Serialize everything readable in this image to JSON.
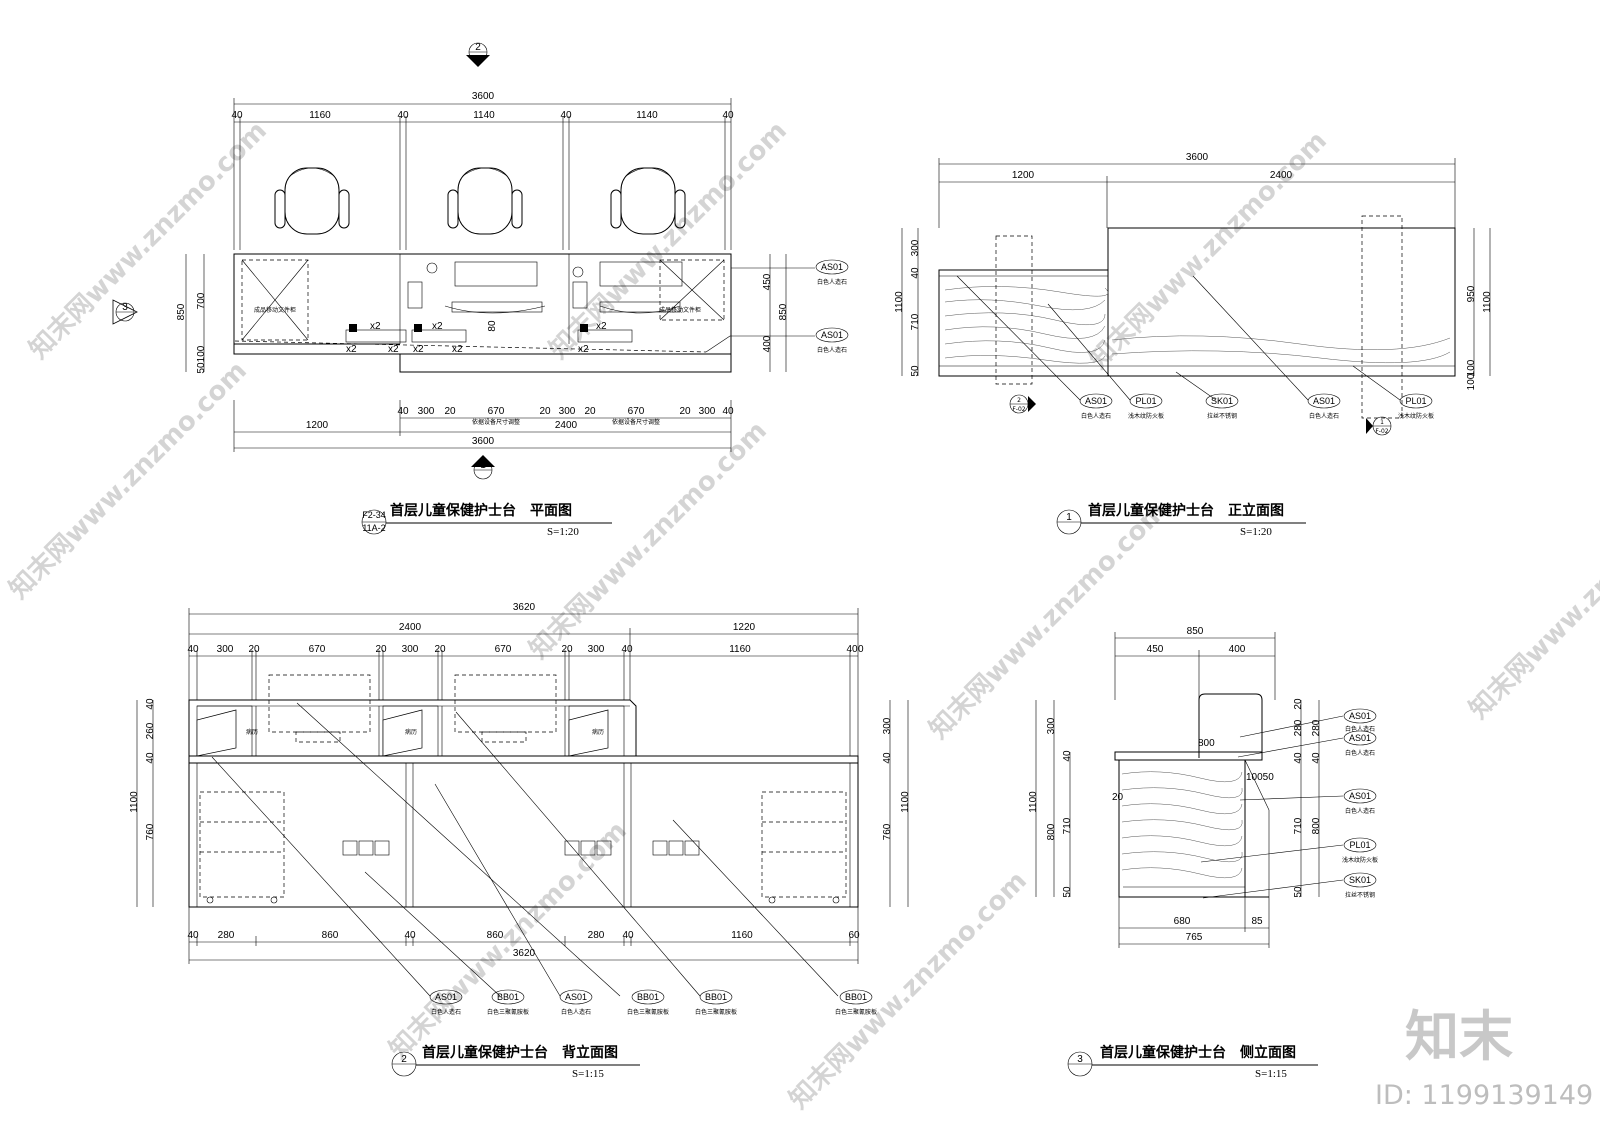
{
  "views": {
    "plan": {
      "title": "首层儿童保健护士台　平面图",
      "scale": "S=1:20",
      "code_top": "F2-34",
      "code_bottom": "11A-2",
      "section_mark_top": "2",
      "section_mark_bottom": "1",
      "side_mark": "3",
      "top_total": "3600",
      "top_dims": [
        "40",
        "1160",
        "40",
        "1140",
        "40",
        "1140",
        "40"
      ],
      "bottom_dims": [
        "40",
        "300",
        "20",
        "670",
        "20",
        "300",
        "20",
        "670",
        "20",
        "300",
        "40"
      ],
      "bottom_sub": [
        "1200",
        "2400"
      ],
      "bottom_total": "3600",
      "left_dims": [
        "850",
        "700",
        "100",
        "50"
      ],
      "right_dims": [
        "450",
        "850",
        "400"
      ],
      "cabinet_label": "成品移动文件柜",
      "equip_label": "依据设备尺寸调整",
      "counts": [
        "x2",
        "x2",
        "x2",
        "x2",
        "x2",
        "x2",
        "x2",
        "x2"
      ],
      "small_dim": "80",
      "tags": [
        {
          "code": "AS01",
          "desc": "白色人造石"
        },
        {
          "code": "AS01",
          "desc": "白色人造石"
        }
      ]
    },
    "front": {
      "title": "首层儿童保健护士台　正立面图",
      "scale": "S=1:20",
      "number": "1",
      "top_total": "3600",
      "top_dims": [
        "1200",
        "2400"
      ],
      "left_dims": [
        "300",
        "40",
        "1100",
        "710",
        "50"
      ],
      "right_dims": [
        "950",
        "1100",
        "100",
        "100"
      ],
      "marks": [
        {
          "num": "2",
          "ref": "F-02"
        },
        {
          "num": "1",
          "ref": "F-02"
        }
      ],
      "tags": [
        {
          "code": "AS01",
          "desc": "白色人造石"
        },
        {
          "code": "PL01",
          "desc": "浅木纹防火板"
        },
        {
          "code": "SK01",
          "desc": "拉丝不锈钢"
        },
        {
          "code": "AS01",
          "desc": "白色人造石"
        },
        {
          "code": "PL01",
          "desc": "浅木纹防火板"
        }
      ]
    },
    "back": {
      "title": "首层儿童保健护士台　背立面图",
      "scale": "S=1:15",
      "number": "2",
      "top_total": "3620",
      "top_sub": [
        "2400",
        "1220"
      ],
      "top_dims": [
        "40",
        "300",
        "20",
        "670",
        "20",
        "300",
        "20",
        "670",
        "20",
        "300",
        "40",
        "1160",
        "40",
        "0"
      ],
      "bottom_dims": [
        "40",
        "280",
        "860",
        "40",
        "860",
        "280",
        "40",
        "1160",
        "60"
      ],
      "bottom_total": "3620",
      "left_dims": [
        "40",
        "260",
        "40",
        "1100",
        "760"
      ],
      "right_dims": [
        "300",
        "40",
        "1100",
        "760"
      ],
      "slot_label": "病历",
      "tags": [
        {
          "code": "AS01",
          "desc": "白色人造石"
        },
        {
          "code": "BB01",
          "desc": "白色三聚氰胺板"
        },
        {
          "code": "AS01",
          "desc": "白色人造石"
        },
        {
          "code": "BB01",
          "desc": "白色三聚氰胺板"
        },
        {
          "code": "BB01",
          "desc": "白色三聚氰胺板"
        },
        {
          "code": "BB01",
          "desc": "白色三聚氰胺板"
        }
      ]
    },
    "side": {
      "title": "首层儿童保健护士台　侧立面图",
      "scale": "S=1:15",
      "number": "3",
      "top_total": "850",
      "top_dims": [
        "450",
        "400"
      ],
      "inner_dims": [
        "800",
        "20",
        "10050"
      ],
      "bottom_dims": [
        "680",
        "85"
      ],
      "bottom_total": "765",
      "left_dims": [
        "300",
        "40",
        "1100",
        "800",
        "710",
        "50"
      ],
      "right_dims": [
        "20",
        "280",
        "280",
        "40",
        "40",
        "710",
        "800",
        "50"
      ],
      "tags": [
        {
          "code": "AS01",
          "desc": "白色人造石"
        },
        {
          "code": "AS01",
          "desc": "白色人造石"
        },
        {
          "code": "AS01",
          "desc": "白色人造石"
        },
        {
          "code": "PL01",
          "desc": "浅木纹防火板"
        },
        {
          "code": "SK01",
          "desc": "拉丝不锈钢"
        }
      ]
    }
  },
  "branding": {
    "logo_text": "知末",
    "id_text": "ID: 1199139149",
    "watermark": "知末网www.znzmo.com"
  }
}
